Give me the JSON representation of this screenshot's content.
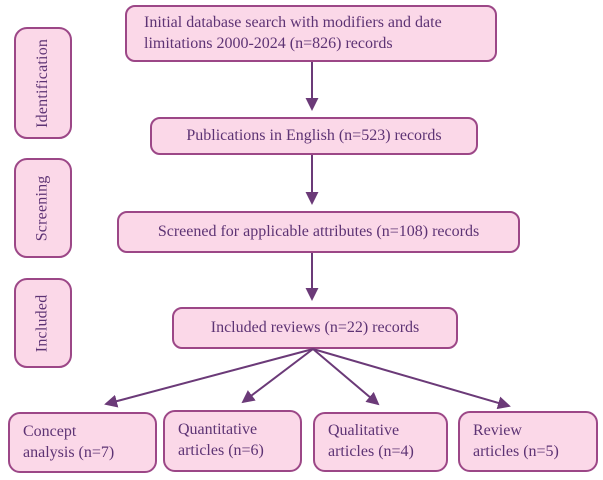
{
  "stages": {
    "identification": "Identification",
    "screening": "Screening",
    "included": "Included"
  },
  "flow": {
    "initial": {
      "lines": [
        "Initial database search with modifiers and date",
        "limitations 2000-2024 (n=826) records"
      ]
    },
    "english": {
      "text": "Publications in English (n=523) records"
    },
    "screened": {
      "text": "Screened for applicable attributes (n=108) records"
    },
    "included": {
      "text": "Included reviews (n=22) records"
    }
  },
  "outcomes": {
    "concept": {
      "lines": [
        "Concept",
        "analysis (n=7)"
      ]
    },
    "quantitative": {
      "lines": [
        "Quantitative",
        "articles (n=6)"
      ]
    },
    "qualitative": {
      "lines": [
        "Qualitative",
        "articles (n=4)"
      ]
    },
    "review": {
      "lines": [
        "Review",
        "articles (n=5)"
      ]
    }
  },
  "colors": {
    "box_fill": "#fbd8e8",
    "box_border": "#9c4787",
    "text": "#5d3374",
    "arrow": "#6b3a78"
  }
}
